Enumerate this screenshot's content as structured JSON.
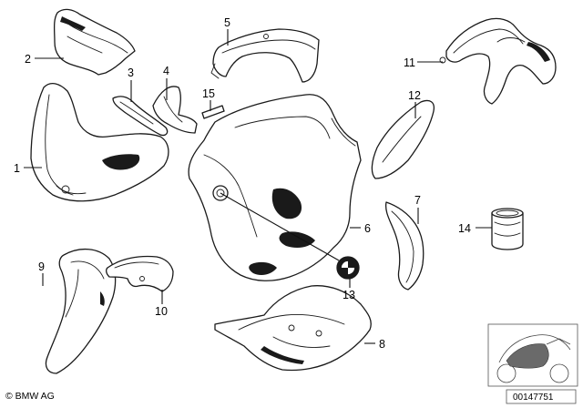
{
  "diagram": {
    "callouts": [
      "1",
      "2",
      "3",
      "4",
      "5",
      "6",
      "7",
      "8",
      "9",
      "10",
      "11",
      "12",
      "13",
      "14",
      "15"
    ],
    "copyright": "BMW AG",
    "copyright_symbol": "©",
    "doc_number": "00147751"
  }
}
